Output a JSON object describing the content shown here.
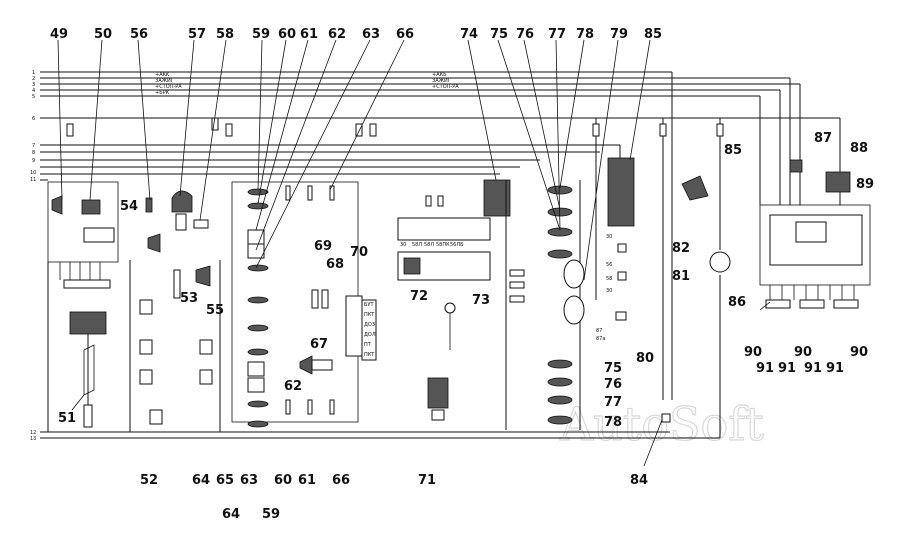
{
  "callouts_top": [
    "49",
    "50",
    "56",
    "57",
    "58",
    "59",
    "60",
    "61",
    "62",
    "63",
    "66",
    "74",
    "75",
    "76",
    "77",
    "78",
    "79",
    "85"
  ],
  "callouts_mid": [
    "54",
    "53",
    "55",
    "69",
    "68",
    "70",
    "72",
    "73",
    "82",
    "81",
    "86",
    "87",
    "88",
    "89",
    "85",
    "67",
    "51",
    "52",
    "62",
    "80"
  ],
  "callouts_right_col": [
    "75",
    "76",
    "77",
    "78"
  ],
  "callouts_bottom": [
    "64",
    "65",
    "63",
    "60",
    "61",
    "66",
    "71",
    "84",
    "52",
    "64",
    "59"
  ],
  "callouts_ecu": [
    "90",
    "91",
    "91",
    "90",
    "91",
    "91",
    "90"
  ],
  "bus_labels": [
    "1",
    "2",
    "3",
    "4",
    "5",
    "6",
    "7",
    "8",
    "9",
    "10",
    "11",
    "12",
    "13"
  ],
  "bus_tags_left": [
    "+AKK",
    "ЗАЖИГ",
    "+СТОП-РА",
    "+БРК"
  ],
  "bus_tags_right": [
    "+АКБ",
    "ЗАЖИГ",
    "+СТОП-РА"
  ],
  "fuse_panel_labels": [
    "30",
    "58Л",
    "58Л",
    "58ПК",
    "56ЛБ"
  ],
  "connector_labels": [
    "БУТ",
    "ПКТ",
    "ДОЗ",
    "ДОЛ",
    "ПТ",
    "ПКТ"
  ],
  "relay_labels": [
    "30",
    "56",
    "58",
    "30",
    "87",
    "87а"
  ],
  "watermark": "AutoSoft"
}
